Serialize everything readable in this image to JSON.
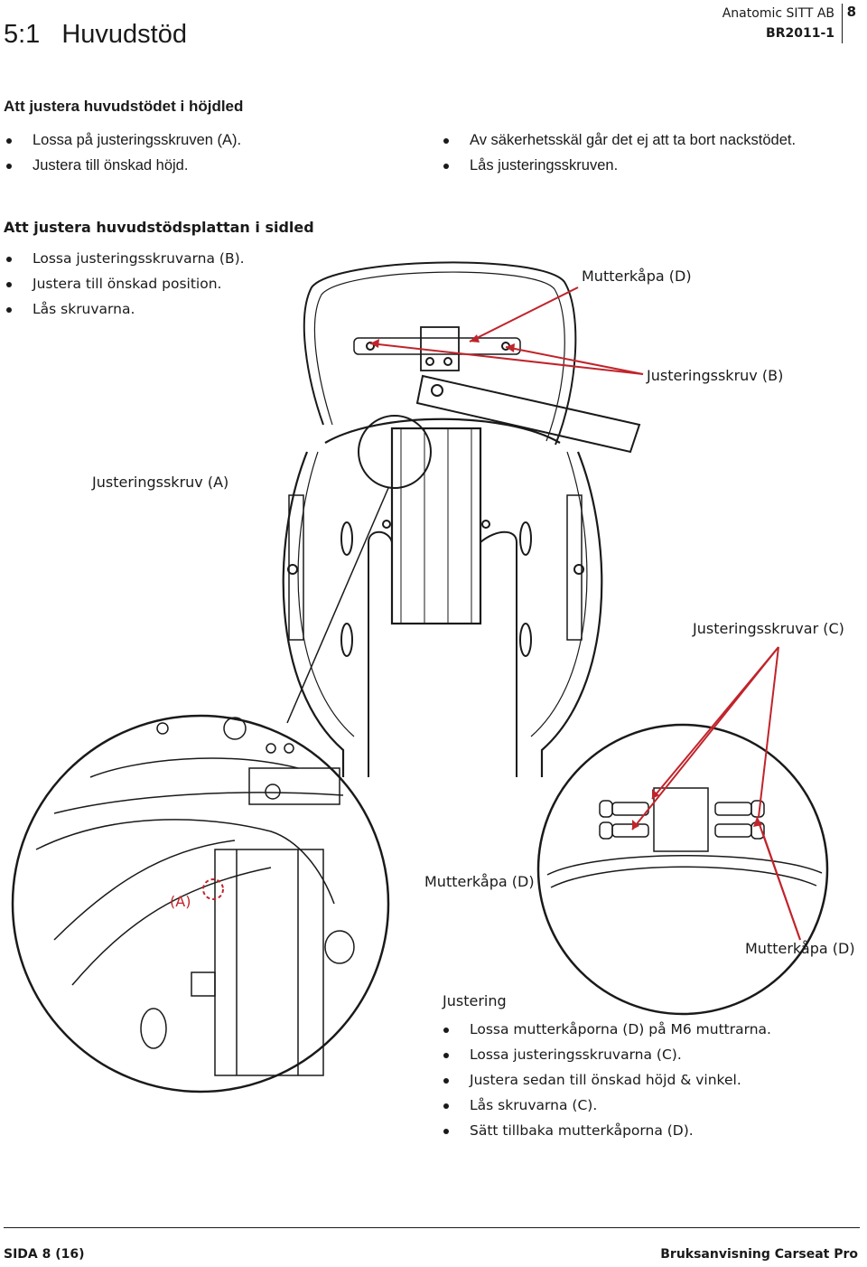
{
  "header": {
    "section_number": "5:1",
    "section_title": "Huvudstöd",
    "company": "Anatomic SITT AB",
    "doc_code": "BR2011-1",
    "page_number": "8"
  },
  "height_adjust": {
    "heading": "Att justera huvudstödet i höjdled",
    "left_items": [
      "Lossa på justeringsskruven (A).",
      "Justera till önskad höjd."
    ],
    "right_items": [
      "Av säkerhetsskäl går det ej att ta bort nackstödet.",
      "Lås justeringsskruven."
    ]
  },
  "side_adjust": {
    "heading": "Att justera huvudstödsplattan i sidled",
    "items": [
      "Lossa justeringsskruvarna (B).",
      "Justera till önskad position.",
      "Lås skruvarna."
    ]
  },
  "callouts": {
    "nut_cap_top": "Mutterkåpa (D)",
    "screw_b": "Justeringsskruv (B)",
    "screw_a": "Justeringsskruv (A)",
    "screws_c": "Justeringsskruvar (C)",
    "nut_cap_mid": "Mutterkåpa (D)",
    "nut_cap_right": "Mutterkåpa (D)",
    "marker_a": "(A)"
  },
  "adjustment": {
    "heading": "Justering",
    "items": [
      "Lossa mutterkåporna (D) på M6 muttrarna.",
      "Lossa justeringsskruvarna (C).",
      "Justera sedan till önskad höjd & vinkel.",
      "Lås skruvarna (C).",
      "Sätt tillbaka mutterkåporna (D)."
    ]
  },
  "footer": {
    "page": "SIDA 8 (16)",
    "manual": "Bruksanvisning Carseat Pro"
  },
  "colors": {
    "callout": "#c0242b",
    "ink": "#1a1a1a"
  }
}
